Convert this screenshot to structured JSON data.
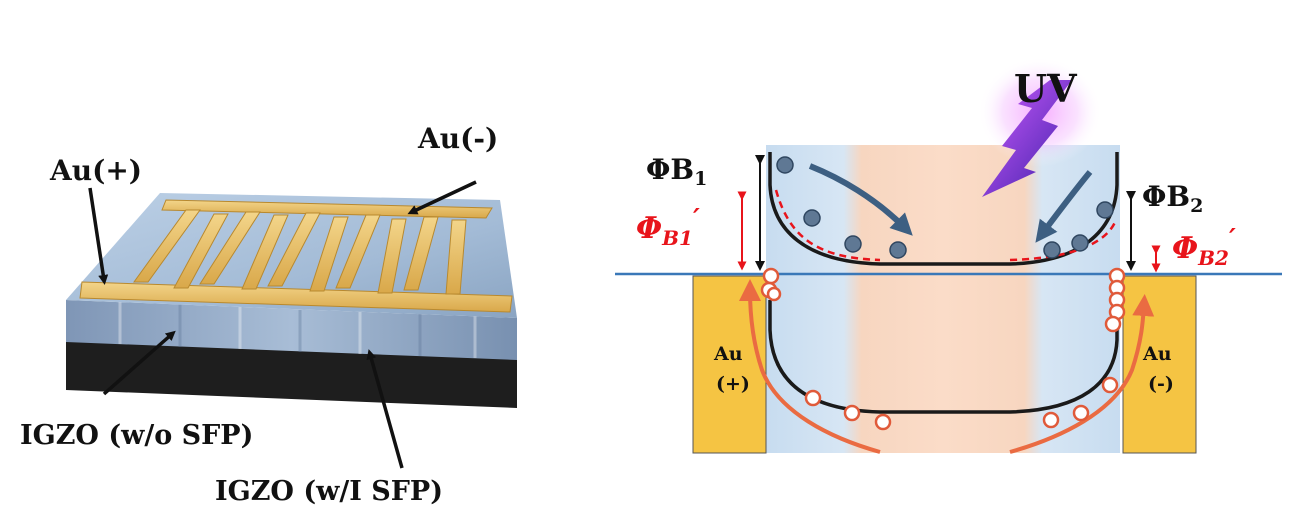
{
  "device": {
    "electrode_pos_label": "Au(+)",
    "electrode_neg_label": "Au(-)",
    "layer_without_sfp_label": "IGZO (w/o SFP)",
    "layer_with_sfp_label": "IGZO (w/I SFP)"
  },
  "band_diagram": {
    "light_label": "UV",
    "barrier_left_label": "ΦB",
    "barrier_left_sub": "1",
    "barrier_right_label": "ΦB",
    "barrier_right_sub": "2",
    "barrier_left_uv_label": "Φ",
    "barrier_left_uv_sub": "B1",
    "barrier_left_uv_prime": "′",
    "barrier_right_uv_label": "Φ",
    "barrier_right_uv_sub": "B2",
    "barrier_right_uv_prime": "′",
    "left_contact_label": "Au",
    "left_contact_sign": "(+)",
    "right_contact_label": "Au",
    "right_contact_sign": "(-)"
  },
  "colors": {
    "gold": "#f5c443",
    "blue_region": "#cfe2f3",
    "orange_region": "#f9d9c2",
    "arrow_dark": "#3d5f82",
    "arrow_orange": "#ea6b42",
    "label_red": "#e8141b",
    "electron_fill": "#5f7894",
    "hole_stroke": "#e05a3a"
  }
}
